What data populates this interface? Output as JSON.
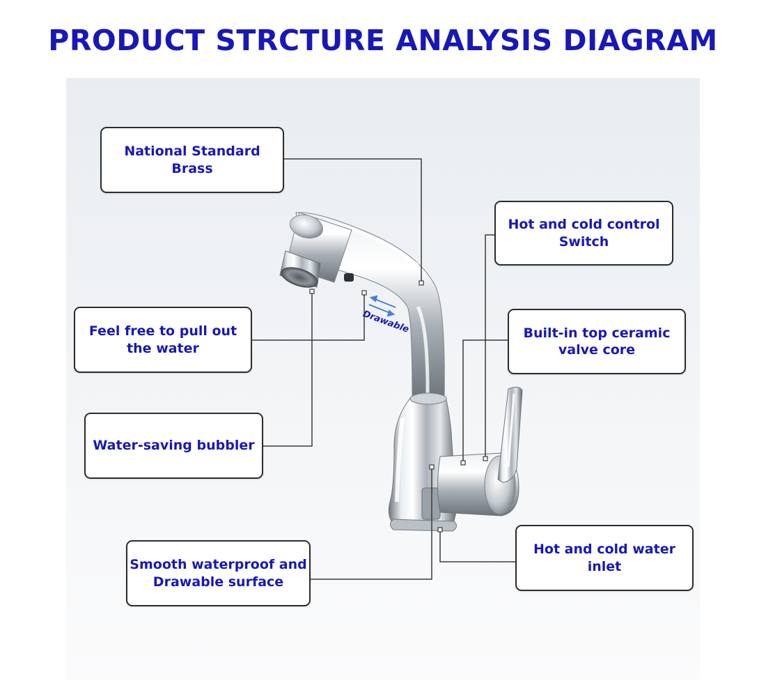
{
  "title": "PRODUCT STRCTURE ANALYSIS DIAGRAM",
  "callouts": {
    "brass": "National Standard Brass",
    "switch": "Hot and cold control\nSwitch",
    "pull": "Feel free to pull out\nthe water",
    "valve": "Built-in top ceramic\nvalve core",
    "bubbler": "Water-saving bubbler",
    "surface": "Smooth waterproof and\nDrawable surface",
    "inlet": "Hot and cold water inlet"
  },
  "drawable_label": "Drawable",
  "colors": {
    "title": "#1818b8",
    "label_text": "#1818b8",
    "box_border": "#2c2c2c",
    "leader_line": "#3a3a3a",
    "background": "#eceff2",
    "arrow": "#4a7fd0"
  }
}
